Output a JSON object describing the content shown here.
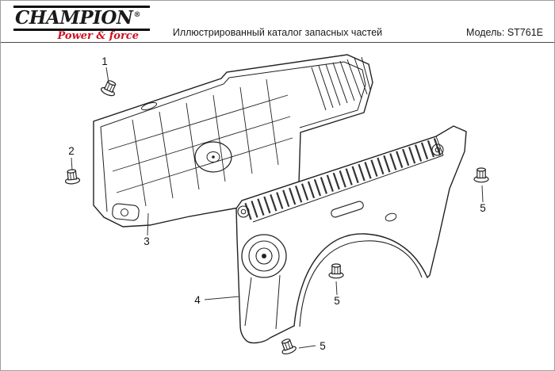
{
  "header": {
    "logo_text": "CHAMPION",
    "logo_reg": "®",
    "tagline": "Power & force",
    "title": "Иллюстрированный каталог запасных частей",
    "model": "Модель: ST761E"
  },
  "colors": {
    "brand_red": "#cf1020",
    "ink": "#1a1a1a"
  },
  "diagram": {
    "callouts": [
      {
        "label": "1"
      },
      {
        "label": "2"
      },
      {
        "label": "3"
      },
      {
        "label": "4"
      },
      {
        "label": "5"
      },
      {
        "label": "5"
      },
      {
        "label": "5"
      }
    ]
  }
}
